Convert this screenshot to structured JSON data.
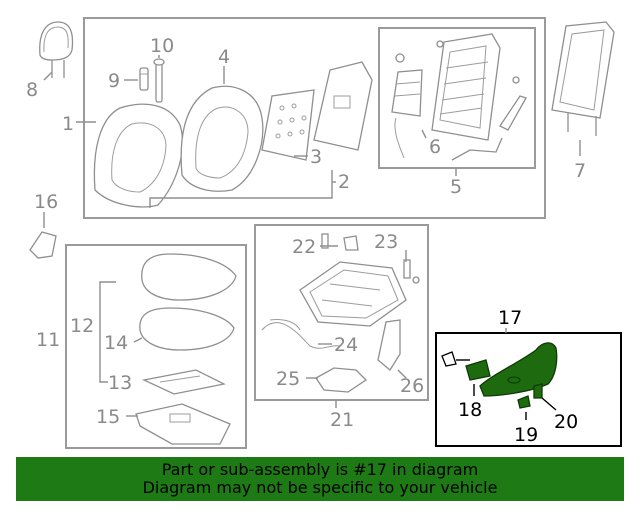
{
  "callouts": {
    "c1": "1",
    "c2": "2",
    "c3": "3",
    "c4": "4",
    "c5": "5",
    "c6": "6",
    "c7": "7",
    "c8": "8",
    "c9": "9",
    "c10": "10",
    "c11": "11",
    "c12": "12",
    "c13": "13",
    "c14": "14",
    "c15": "15",
    "c16": "16",
    "c17": "17",
    "c18": "18",
    "c19": "19",
    "c20": "20",
    "c21": "21",
    "c22": "22",
    "c23": "23",
    "c24": "24",
    "c25": "25",
    "c26": "26"
  },
  "highlight": {
    "part_number": "17",
    "color": "#1e6b0f"
  },
  "banner": {
    "line1": "Part or sub-assembly is #17 in diagram",
    "line2": "Diagram may not be specific to your vehicle",
    "color": "#1e7a14"
  }
}
